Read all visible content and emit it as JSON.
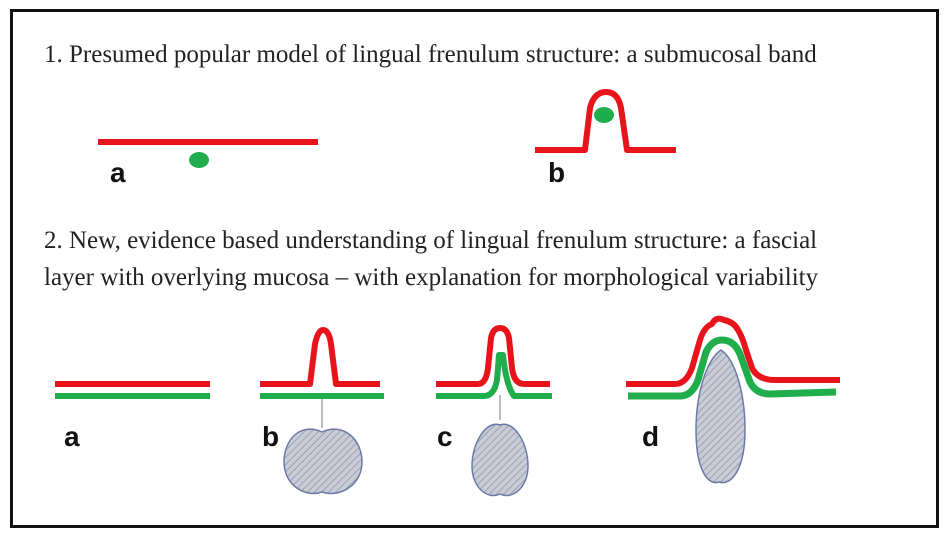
{
  "section1": {
    "heading": "1. Presumed popular model of lingual frenulum structure: a submucosal band",
    "panels": [
      {
        "label": "a"
      },
      {
        "label": "b"
      }
    ]
  },
  "section2": {
    "heading_line1": "2. New, evidence based understanding of lingual frenulum structure: a fascial",
    "heading_line2": "layer with overlying mucosa – with explanation for morphological variability",
    "panels": [
      {
        "label": "a"
      },
      {
        "label": "b"
      },
      {
        "label": "c"
      },
      {
        "label": "d"
      }
    ]
  },
  "colors": {
    "mucosa": "#e8141b",
    "fascia": "#1fae4b",
    "band": "#1fae4b",
    "genioglossus_fill": "#c9ccd6",
    "genioglossus_stroke": "#6a7aa8"
  }
}
